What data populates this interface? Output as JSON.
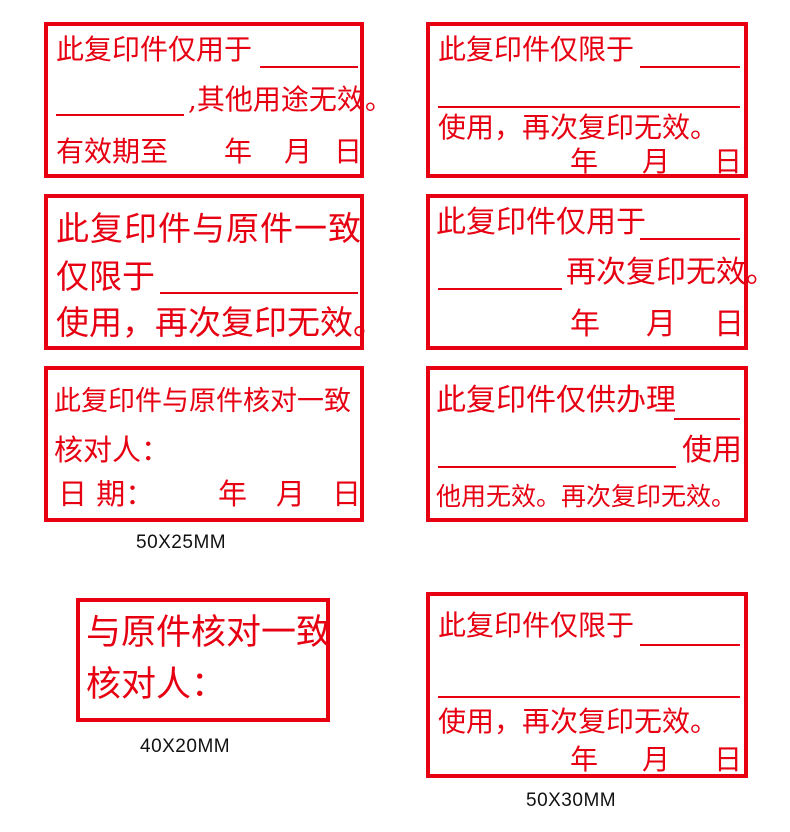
{
  "stamps": {
    "s1": {
      "line1": "此复印件仅用于",
      "line2": ",其他用途无效。",
      "line3": "有效期至",
      "year": "年",
      "month": "月",
      "day": "日"
    },
    "s2": {
      "line1": "此复印件仅限于",
      "line2": "使用，再次复印无效。",
      "year": "年",
      "month": "月",
      "day": "日"
    },
    "s3": {
      "line1": "此复印件与原件一致",
      "line2": "仅限于",
      "line3": "使用，再次复印无效。"
    },
    "s4": {
      "line1": "此复印件仅用于",
      "line2": "再次复印无效。",
      "year": "年",
      "month": "月",
      "day": "日"
    },
    "s5": {
      "line1": "此复印件与原件核对一致",
      "line2": "核对人：",
      "line3": "日 期：",
      "year": "年",
      "month": "月",
      "day": "日"
    },
    "s6": {
      "line1": "此复印件仅供办理",
      "line2": "使用",
      "line3": "他用无效。再次复印无效。"
    },
    "s7": {
      "line1": "与原件核对一致",
      "line2": "核对人："
    },
    "s8": {
      "line1": "此复印件仅限于",
      "line2": "使用，再次复印无效。",
      "year": "年",
      "month": "月",
      "day": "日"
    }
  },
  "captions": {
    "size_50x25": "50X25MM",
    "size_40x20": "40X20MM",
    "size_50x30": "50X30MM"
  },
  "colors": {
    "stamp_red": "#e60012",
    "caption_text": "#111111"
  }
}
